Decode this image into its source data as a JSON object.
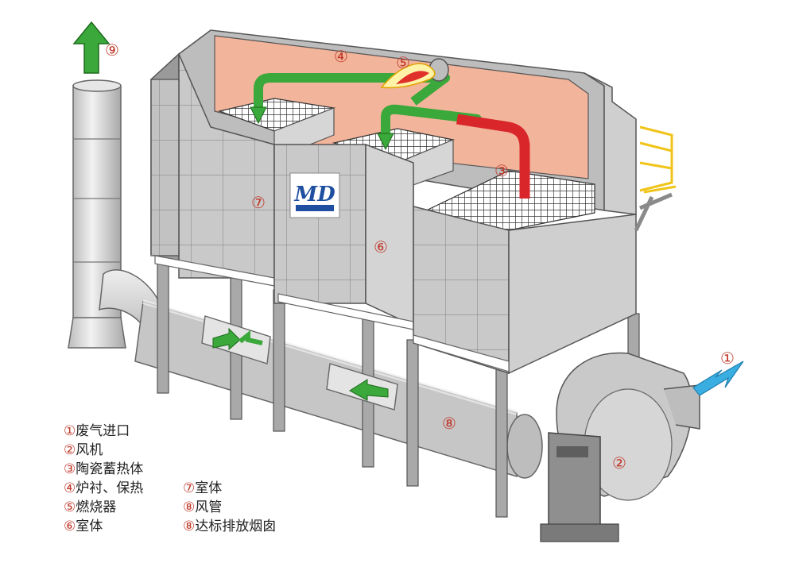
{
  "markers": {
    "m1": "①",
    "m2": "②",
    "m3": "③",
    "m4": "④",
    "m5": "⑤",
    "m6": "⑥",
    "m7": "⑦",
    "m8": "⑧",
    "m9": "⑨"
  },
  "logo_text": "MD",
  "legend": [
    {
      "num": "①",
      "text": "废气进口"
    },
    {
      "num": "②",
      "text": "风机"
    },
    {
      "num": "③",
      "text": "陶瓷蓄热体"
    },
    {
      "num": "④",
      "text": "炉衬、保热"
    },
    {
      "num": "⑤",
      "text": "燃烧器"
    },
    {
      "num": "⑥",
      "text": "室体"
    },
    {
      "num": "⑦",
      "text": "室体"
    },
    {
      "num": "⑧",
      "text": "风管"
    },
    {
      "num": "⑧",
      "text": "达标排放烟囱"
    }
  ],
  "colors": {
    "lining": "#f2b49a",
    "wall_light": "#d9d9d9",
    "wall_mid": "#bdbdbd",
    "wall_dark": "#9a9a9a",
    "flow_green": "#3aa83a",
    "flow_red": "#d9262a",
    "inlet_blue": "#3aaee0",
    "platform_yellow": "#f0c419",
    "marker_red": "#c0392b"
  },
  "icons": {
    "inlet_arrow": "arrow-left-down-icon",
    "exhaust_arrow": "arrow-up-icon",
    "burner_flame": "flame-icon"
  }
}
